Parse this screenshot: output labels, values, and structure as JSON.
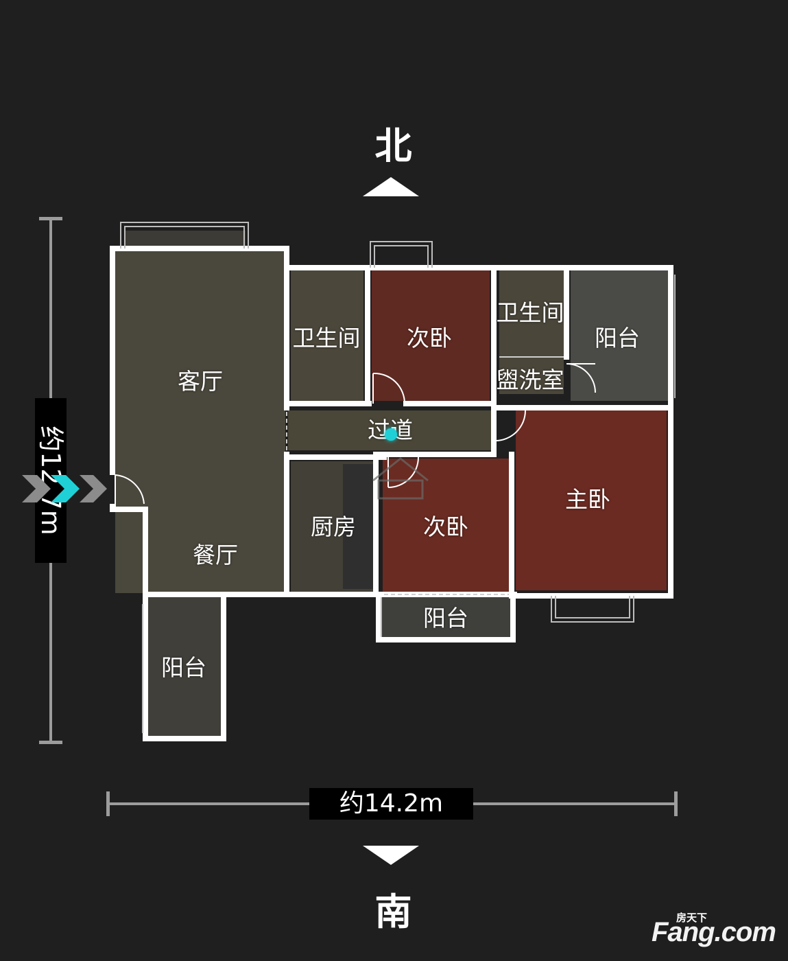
{
  "compass": {
    "north": "北",
    "south": "南"
  },
  "dimensions": {
    "height": "约12.7m",
    "width": "约14.2m"
  },
  "rooms": {
    "living_room": "客厅",
    "dining_room": "餐厅",
    "bathroom_1": "卫生间",
    "bedroom_1": "次卧",
    "bathroom_2": "卫生间",
    "balcony_north": "阳台",
    "washroom": "盥洗室",
    "corridor": "过道",
    "kitchen": "厨房",
    "bedroom_2": "次卧",
    "master_bedroom": "主卧",
    "balcony_middle": "阳台",
    "balcony_sw": "阳台"
  },
  "watermark": {
    "brand": "Fang.com",
    "small_text": "房天下"
  },
  "colors": {
    "background": "#1f1f20",
    "wall": "#ffffff",
    "floor_tile": "#4a473c",
    "floor_wood": "#6b2a22",
    "position_dot": "#1fd1d6"
  }
}
